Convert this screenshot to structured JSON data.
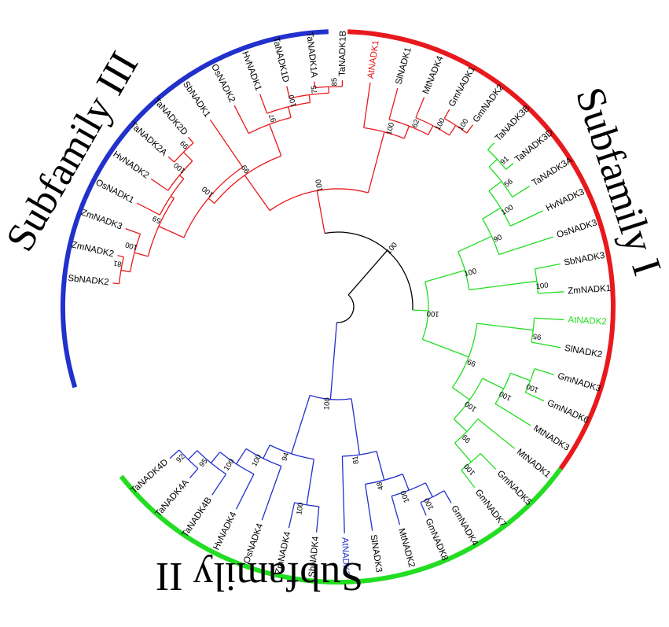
{
  "colors": {
    "subfamily_I": "#e8191d",
    "subfamily_II": "#22dd22",
    "subfamily_III": "#2230cc",
    "root": "#000000",
    "leaf_text": "#000000"
  },
  "subfamilies": [
    {
      "id": "I",
      "label": "Subfamily I"
    },
    {
      "id": "II",
      "label": "Subfamily II"
    },
    {
      "id": "III",
      "label": "Subfamily III"
    }
  ],
  "leaves": [
    {
      "id": "SbNADK2",
      "label": "SbNADK2",
      "group": "I",
      "highlight": false
    },
    {
      "id": "ZmNADK2",
      "label": "ZmNADK2",
      "group": "I",
      "highlight": false
    },
    {
      "id": "ZmNADK3",
      "label": "ZmNADK3",
      "group": "I",
      "highlight": false
    },
    {
      "id": "OsNADK1",
      "label": "OsNADK1",
      "group": "I",
      "highlight": false
    },
    {
      "id": "HvNADK2",
      "label": "HvNADK2",
      "group": "I",
      "highlight": false
    },
    {
      "id": "TaNADK2A",
      "label": "TaNADK2A",
      "group": "I",
      "highlight": false
    },
    {
      "id": "TaNADK2D",
      "label": "TaNADK2D",
      "group": "I",
      "highlight": false
    },
    {
      "id": "SbNADK1",
      "label": "SbNADK1",
      "group": "I",
      "highlight": false
    },
    {
      "id": "OsNADK2",
      "label": "OsNADK2",
      "group": "I",
      "highlight": false
    },
    {
      "id": "HvNADK1",
      "label": "HvNADK1",
      "group": "I",
      "highlight": false
    },
    {
      "id": "TaNADK1D",
      "label": "TaNADK1D",
      "group": "I",
      "highlight": false
    },
    {
      "id": "TaNADK1A",
      "label": "TaNADK1A",
      "group": "I",
      "highlight": false
    },
    {
      "id": "TaNADK1B",
      "label": "TaNADK1B",
      "group": "I",
      "highlight": false
    },
    {
      "id": "AtNADK1",
      "label": "AtNADK1",
      "group": "I",
      "highlight": true
    },
    {
      "id": "SlNADK1",
      "label": "SlNADK1",
      "group": "I",
      "highlight": false
    },
    {
      "id": "MtNADK4",
      "label": "MtNADK4",
      "group": "I",
      "highlight": false
    },
    {
      "id": "GmNADK1",
      "label": "GmNADK1",
      "group": "I",
      "highlight": false
    },
    {
      "id": "GmNADK2",
      "label": "GmNADK2",
      "group": "I",
      "highlight": false
    },
    {
      "id": "TaNADK3B",
      "label": "TaNADK3B",
      "group": "II",
      "highlight": false
    },
    {
      "id": "TaNADK3D",
      "label": "TaNADK3D",
      "group": "II",
      "highlight": false
    },
    {
      "id": "TaNADK3A",
      "label": "TaNADK3A",
      "group": "II",
      "highlight": false
    },
    {
      "id": "HvNADK3",
      "label": "HvNADK3",
      "group": "II",
      "highlight": false
    },
    {
      "id": "OsNADK3",
      "label": "OsNADK3",
      "group": "II",
      "highlight": false
    },
    {
      "id": "SbNADK3",
      "label": "SbNADK3",
      "group": "II",
      "highlight": false
    },
    {
      "id": "ZmNADK1",
      "label": "ZmNADK1",
      "group": "II",
      "highlight": false
    },
    {
      "id": "AtNADK2",
      "label": "AtNADK2",
      "group": "II",
      "highlight": true
    },
    {
      "id": "SlNADK2",
      "label": "SlNADK2",
      "group": "II",
      "highlight": false
    },
    {
      "id": "GmNADK3",
      "label": "GmNADK3",
      "group": "II",
      "highlight": false
    },
    {
      "id": "GmNADK6",
      "label": "GmNADK6",
      "group": "II",
      "highlight": false
    },
    {
      "id": "MtNADK3",
      "label": "MtNADK3",
      "group": "II",
      "highlight": false
    },
    {
      "id": "MtNADK1",
      "label": "MtNADK1",
      "group": "II",
      "highlight": false
    },
    {
      "id": "GmNADK5",
      "label": "GmNADK5",
      "group": "II",
      "highlight": false
    },
    {
      "id": "GmNADK7",
      "label": "GmNADK7",
      "group": "II",
      "highlight": false
    },
    {
      "id": "GmNADK4",
      "label": "GmNADK4",
      "group": "III",
      "highlight": false
    },
    {
      "id": "GmNADK8",
      "label": "GmNADK8",
      "group": "III",
      "highlight": false
    },
    {
      "id": "MtNADK2",
      "label": "MtNADK2",
      "group": "III",
      "highlight": false
    },
    {
      "id": "SlNADK3",
      "label": "SlNADK3",
      "group": "III",
      "highlight": false
    },
    {
      "id": "AtNADK3",
      "label": "AtNADK3",
      "group": "III",
      "highlight": true
    },
    {
      "id": "SbNADK4",
      "label": "SbNADK4",
      "group": "III",
      "highlight": false
    },
    {
      "id": "ZmNADK4",
      "label": "ZmNADK4",
      "group": "III",
      "highlight": false
    },
    {
      "id": "OsNADK4",
      "label": "OsNADK4",
      "group": "III",
      "highlight": false
    },
    {
      "id": "HvNADK4",
      "label": "HvNADK4",
      "group": "III",
      "highlight": false
    },
    {
      "id": "TaNADK4B",
      "label": "TaNADK4B",
      "group": "III",
      "highlight": false
    },
    {
      "id": "TaNADK4A",
      "label": "TaNADK4A",
      "group": "III",
      "highlight": false
    },
    {
      "id": "TaNADK4D",
      "label": "TaNADK4D",
      "group": "III",
      "highlight": false
    }
  ],
  "clades": [
    {
      "id": "c_sb2_zm2",
      "children": [
        "SbNADK2",
        "ZmNADK2"
      ],
      "bootstrap": "81"
    },
    {
      "id": "c_zm3",
      "children": [
        "c_sb2_zm2",
        "ZmNADK3"
      ],
      "bootstrap": "100"
    },
    {
      "id": "c_ta2",
      "children": [
        "TaNADK2A",
        "TaNADK2D"
      ],
      "bootstrap": "99"
    },
    {
      "id": "c_hv2",
      "children": [
        "HvNADK2",
        "c_ta2"
      ],
      "bootstrap": "100"
    },
    {
      "id": "c_os1",
      "children": [
        "OsNADK1",
        "c_hv2"
      ],
      "bootstrap": ""
    },
    {
      "id": "c_g1a",
      "children": [
        "c_zm3",
        "c_os1"
      ],
      "bootstrap": "59"
    },
    {
      "id": "c_g1b",
      "children": [
        "c_g1a",
        "SbNADK1"
      ],
      "bootstrap": "100"
    },
    {
      "id": "c_ta1ab",
      "children": [
        "TaNADK1A",
        "TaNADK1B"
      ],
      "bootstrap": "85"
    },
    {
      "id": "c_ta1",
      "children": [
        "TaNADK1D",
        "c_ta1ab"
      ],
      "bootstrap": "75"
    },
    {
      "id": "c_hv1",
      "children": [
        "HvNADK1",
        "c_ta1"
      ],
      "bootstrap": "100"
    },
    {
      "id": "c_g2a",
      "children": [
        "OsNADK2",
        "c_hv1"
      ],
      "bootstrap": "97"
    },
    {
      "id": "c_monoI",
      "children": [
        "c_g1b",
        "c_g2a"
      ],
      "bootstrap": "99"
    },
    {
      "id": "c_gm12",
      "children": [
        "GmNADK1",
        "GmNADK2"
      ],
      "bootstrap": "100"
    },
    {
      "id": "c_mt4",
      "children": [
        "MtNADK4",
        "c_gm12"
      ],
      "bootstrap": "100"
    },
    {
      "id": "c_sl1",
      "children": [
        "SlNADK1",
        "c_mt4"
      ],
      "bootstrap": "62"
    },
    {
      "id": "c_dicotI",
      "children": [
        "AtNADK1",
        "c_sl1"
      ],
      "bootstrap": "100"
    },
    {
      "id": "c_I",
      "children": [
        "c_monoI",
        "c_dicotI"
      ],
      "bootstrap": "100"
    },
    {
      "id": "c_ta3bd",
      "children": [
        "TaNADK3B",
        "TaNADK3D"
      ],
      "bootstrap": "91"
    },
    {
      "id": "c_ta3",
      "children": [
        "c_ta3bd",
        "TaNADK3A"
      ],
      "bootstrap": "56"
    },
    {
      "id": "c_hv3",
      "children": [
        "c_ta3",
        "HvNADK3"
      ],
      "bootstrap": "100"
    },
    {
      "id": "c_os3",
      "children": [
        "c_hv3",
        "OsNADK3"
      ],
      "bootstrap": "90"
    },
    {
      "id": "c_sb3",
      "children": [
        "SbNADK3",
        "ZmNADK1"
      ],
      "bootstrap": "100"
    },
    {
      "id": "c_monoII",
      "children": [
        "c_os3",
        "c_sb3"
      ],
      "bootstrap": "100"
    },
    {
      "id": "c_at2",
      "children": [
        "AtNADK2",
        "SlNADK2"
      ],
      "bootstrap": "95"
    },
    {
      "id": "c_gm36",
      "children": [
        "GmNADK3",
        "GmNADK6"
      ],
      "bootstrap": "100"
    },
    {
      "id": "c_mt3",
      "children": [
        "c_gm36",
        "MtNADK3"
      ],
      "bootstrap": "100"
    },
    {
      "id": "c_gm57",
      "children": [
        "GmNADK5",
        "GmNADK7"
      ],
      "bootstrap": "100"
    },
    {
      "id": "c_mt1",
      "children": [
        "MtNADK1",
        "c_gm57"
      ],
      "bootstrap": "99"
    },
    {
      "id": "c_leg",
      "children": [
        "c_mt3",
        "c_mt1"
      ],
      "bootstrap": "100"
    },
    {
      "id": "c_dicotII",
      "children": [
        "c_at2",
        "c_leg"
      ],
      "bootstrap": "99"
    },
    {
      "id": "c_II",
      "children": [
        "c_monoII",
        "c_dicotII"
      ],
      "bootstrap": "100"
    },
    {
      "id": "c_I_II",
      "children": [
        "c_I",
        "c_II"
      ],
      "bootstrap": "100"
    },
    {
      "id": "c_gm48",
      "children": [
        "GmNADK4",
        "GmNADK8"
      ],
      "bootstrap": "100"
    },
    {
      "id": "c_mt2",
      "children": [
        "c_gm48",
        "MtNADK2"
      ],
      "bootstrap": "100"
    },
    {
      "id": "c_sl3",
      "children": [
        "c_mt2",
        "SlNADK3"
      ],
      "bootstrap": "48"
    },
    {
      "id": "c_dicotIII",
      "children": [
        "c_sl3",
        "AtNADK3"
      ],
      "bootstrap": "81"
    },
    {
      "id": "c_ta4ad",
      "children": [
        "TaNADK4A",
        "TaNADK4D"
      ],
      "bootstrap": "92"
    },
    {
      "id": "c_ta4",
      "children": [
        "TaNADK4B",
        "c_ta4ad"
      ],
      "bootstrap": "95"
    },
    {
      "id": "c_hv4",
      "children": [
        "HvNADK4",
        "c_ta4"
      ],
      "bootstrap": "100"
    },
    {
      "id": "c_os4",
      "children": [
        "OsNADK4",
        "c_hv4"
      ],
      "bootstrap": "100"
    },
    {
      "id": "c_sb4",
      "children": [
        "SbNADK4",
        "ZmNADK4"
      ],
      "bootstrap": "100"
    },
    {
      "id": "c_monoIII",
      "children": [
        "c_sb4",
        "c_os4"
      ],
      "bootstrap": "94"
    },
    {
      "id": "c_III",
      "children": [
        "c_dicotIII",
        "c_monoIII"
      ],
      "bootstrap": "100"
    },
    {
      "id": "root",
      "children": [
        "c_I_II",
        "c_III"
      ],
      "bootstrap": ""
    }
  ]
}
